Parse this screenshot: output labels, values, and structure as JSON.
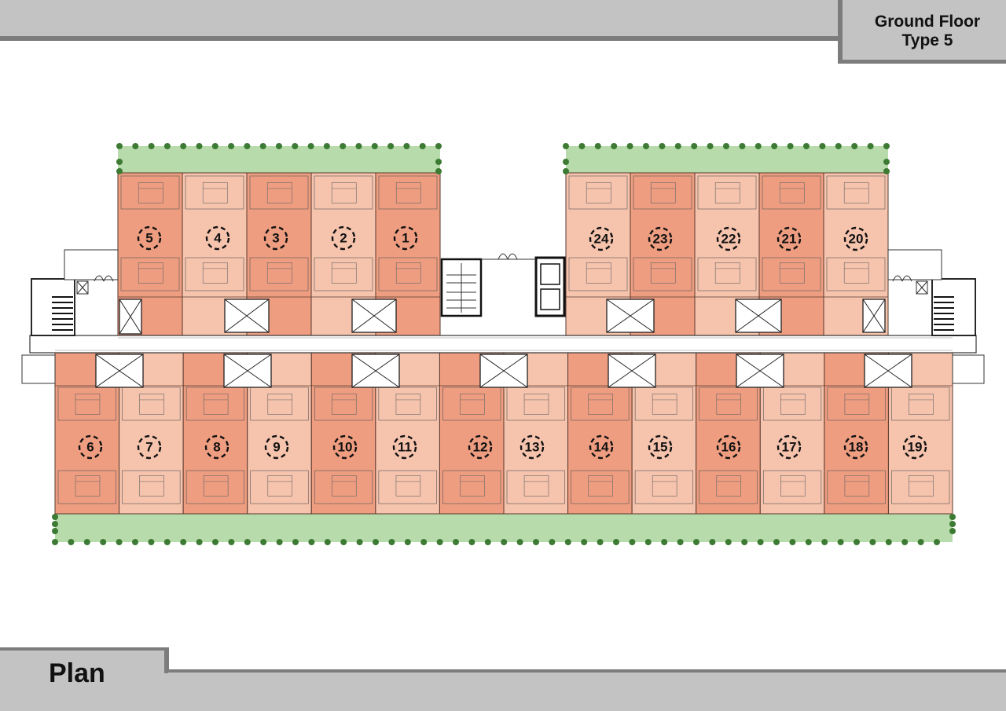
{
  "header": {
    "title_line1": "Ground Floor",
    "title_line2": "Type 5"
  },
  "footer": {
    "label": "Plan"
  },
  "colors": {
    "garden": "#b7dbaa",
    "unit_dark": "#ee9d80",
    "unit_light": "#f6c3ad",
    "frame": "#c3c3c3",
    "frame_edge": "#7c7c7c",
    "tree": "#3d7b34"
  },
  "units": {
    "top_left": [
      "5",
      "4",
      "3",
      "2",
      "1"
    ],
    "top_right": [
      "24",
      "23",
      "22",
      "21",
      "20"
    ],
    "bottom": [
      "6",
      "7",
      "8",
      "9",
      "10",
      "11",
      "12",
      "13",
      "14",
      "15",
      "16",
      "17",
      "18",
      "19"
    ]
  }
}
